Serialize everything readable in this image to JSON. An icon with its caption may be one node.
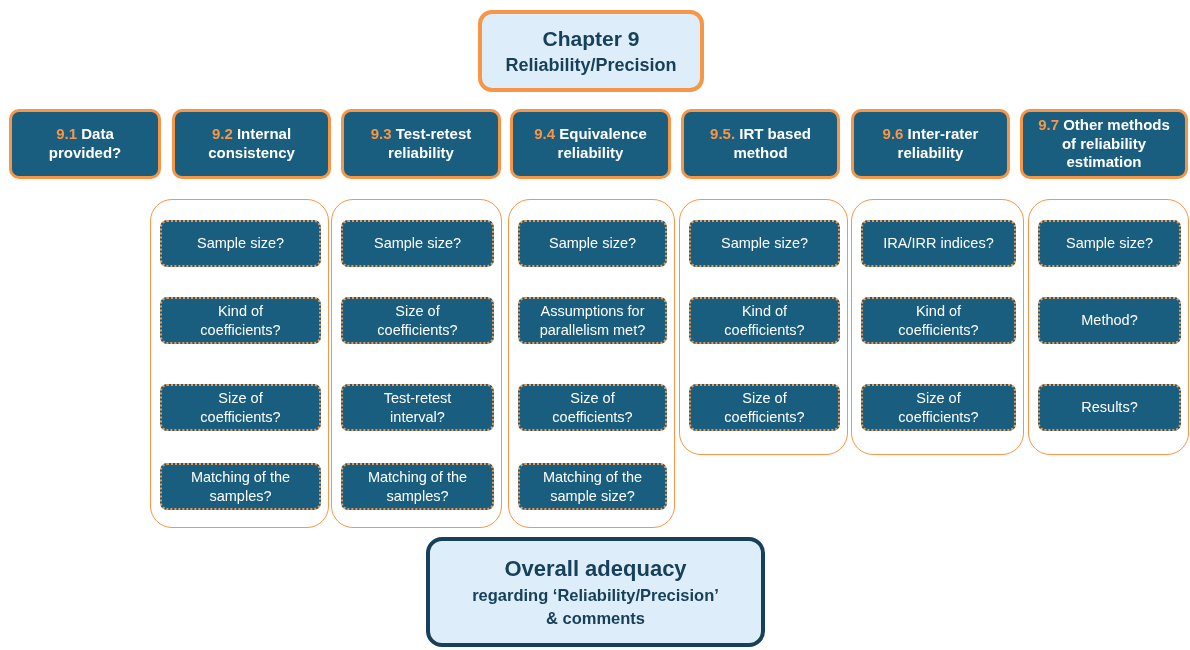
{
  "diagram": {
    "nodes": [
      {
        "text": [
          "Chapter 9",
          "Reliability/Precision"
        ]
      },
      {
        "text": [
          "9.1",
          "Data provided?"
        ]
      },
      {
        "text": [
          "9.2",
          "Internal consistency"
        ]
      },
      {
        "text": [
          "9.3",
          "Test-retest reliability"
        ]
      },
      {
        "text": [
          "9.4",
          "Equivalence reliability"
        ]
      },
      {
        "text": [
          "9.5.",
          "IRT based method"
        ]
      },
      {
        "text": [
          "9.6",
          "Inter-rater reliability"
        ]
      },
      {
        "text": [
          "9.7",
          "Other methods of reliability estimation"
        ]
      },
      {
        "text": [],
        "shape": "box"
      },
      {
        "text": [
          "Sample size?"
        ],
        "in": 8
      },
      {
        "text": [
          "Kind of coefficients?"
        ],
        "in": 8
      },
      {
        "text": [
          "Size of coefficients?"
        ],
        "in": 8
      },
      {
        "text": [
          "Matching of the samples?"
        ],
        "in": 8
      },
      {
        "text": [],
        "shape": "box"
      },
      {
        "text": [
          "Sample size?"
        ],
        "in": 13
      },
      {
        "text": [
          "Size of coefficients?"
        ],
        "in": 13
      },
      {
        "text": [
          "Test-retest interval?"
        ],
        "in": 13
      },
      {
        "text": [
          "Matching of the samples?"
        ],
        "in": 13
      },
      {
        "text": [],
        "shape": "box"
      },
      {
        "text": [
          "Sample size?"
        ],
        "in": 18
      },
      {
        "text": [
          "Assumptions for parallelism met?"
        ],
        "in": 18
      },
      {
        "text": [
          "Size of coefficients?"
        ],
        "in": 18
      },
      {
        "text": [
          "Matching of the sample size?"
        ],
        "in": 18
      },
      {
        "text": [],
        "shape": "box"
      },
      {
        "text": [
          "Sample size?"
        ],
        "in": 23
      },
      {
        "text": [
          "Kind of coefficients?"
        ],
        "in": 23
      },
      {
        "text": [
          "Size of coefficients?"
        ],
        "in": 23
      },
      {
        "text": [],
        "shape": "box"
      },
      {
        "text": [
          "IRA/IRR indices?"
        ],
        "in": 27
      },
      {
        "text": [
          "Kind of coefficients?"
        ],
        "in": 27
      },
      {
        "text": [
          "Size of coefficients?"
        ],
        "in": 27
      },
      {
        "text": [],
        "shape": "box"
      },
      {
        "text": [
          "Sample size?"
        ],
        "in": 31
      },
      {
        "text": [
          "Method?"
        ],
        "in": 31
      },
      {
        "text": [
          "Results?"
        ],
        "in": 31
      },
      {
        "text": [
          "Overall adequacy",
          "regarding ‘Reliability/Precision’ & comments"
        ]
      }
    ]
  }
}
